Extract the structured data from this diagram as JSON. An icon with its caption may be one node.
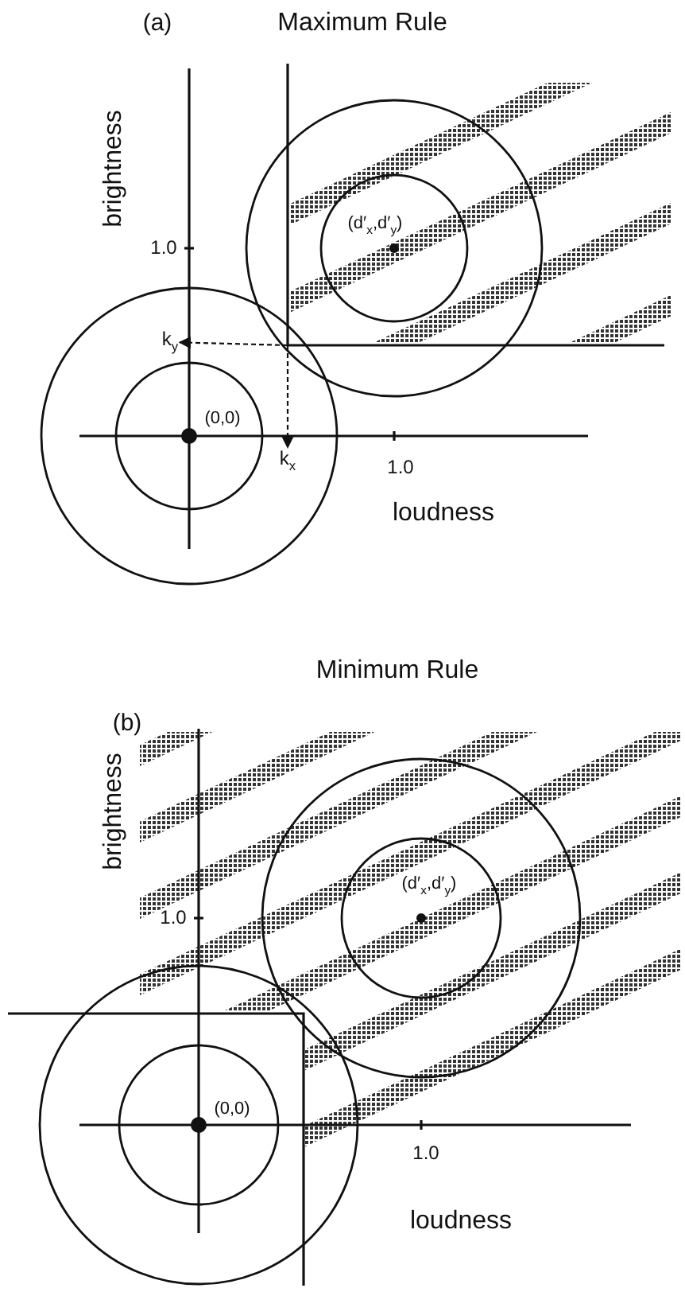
{
  "diagram": {
    "nodes": [
      {
        "text": [
          "k$_{y}$"
        ]
      },
      {
        "text": [
          "k$_{x}$"
        ]
      }
    ],
    "edges": [
      {
        "from": null,
        "to": 0,
        "arrow": "to",
        "style": "dashed"
      },
      {
        "from": null,
        "to": 1,
        "arrow": "to",
        "style": "dashed"
      }
    ],
    "labels": [
      "(a)",
      "Maximum Rule",
      "brightness",
      "(d′$_{x}$,d′$_{y}$)",
      "1.0",
      "(0,0)",
      "1.0",
      "loudness",
      "Minimum Rule",
      "(b)",
      "brightness",
      "(d′$_{x}$,d′$_{y}$)",
      "1.0",
      "(0,0)",
      "1.0",
      "loudness"
    ]
  }
}
